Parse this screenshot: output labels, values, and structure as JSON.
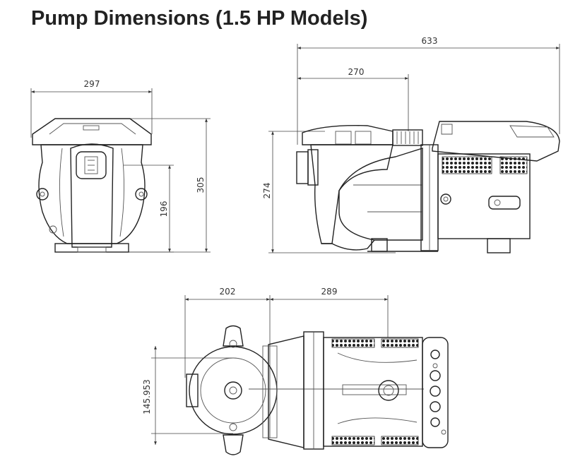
{
  "title": "Pump Dimensions (1.5 HP Models)",
  "front_view": {
    "width_label": "297",
    "height_label": "305",
    "shaft_height_label": "196"
  },
  "side_view": {
    "overall_length_label": "633",
    "inlet_length_label": "270",
    "height_label": "274"
  },
  "top_view": {
    "inlet_to_center_label": "202",
    "center_to_motor_label": "289",
    "offset_label": "145.953"
  }
}
